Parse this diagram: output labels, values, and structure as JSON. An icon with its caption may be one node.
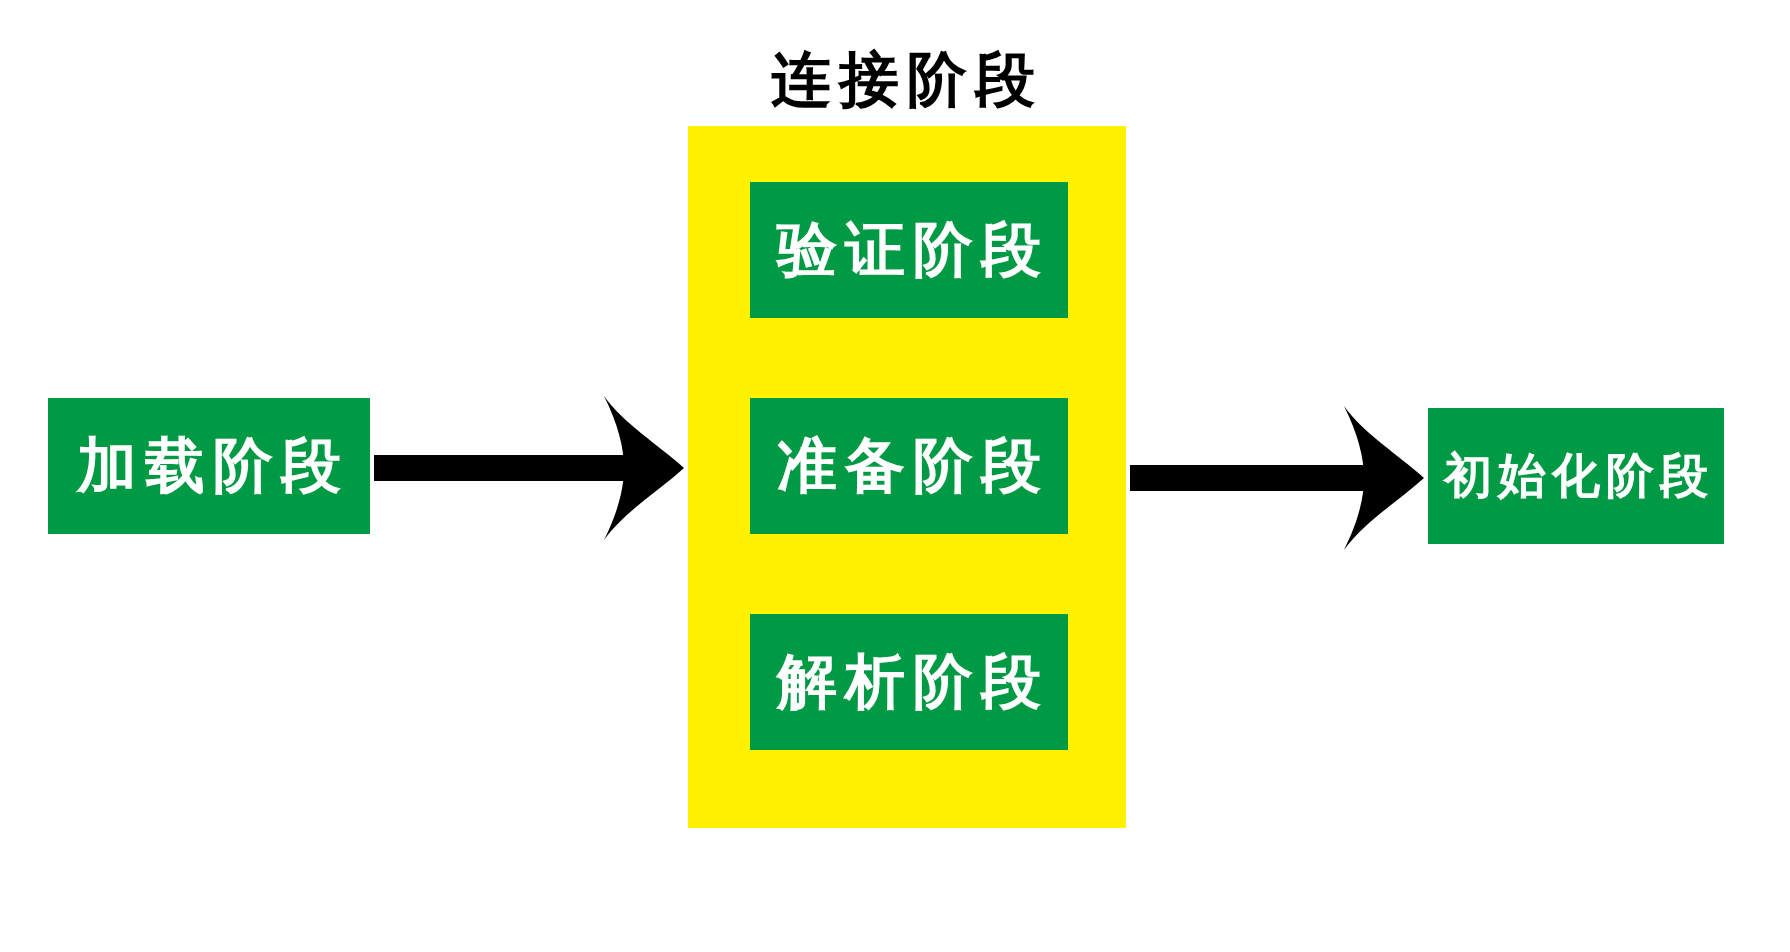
{
  "diagram": {
    "nodes": [
      {
        "text": [
          "加载阶段"
        ]
      },
      {
        "text": [
          "连接阶段"
        ]
      },
      {
        "text": [
          "验证阶段"
        ],
        "in": 1
      },
      {
        "text": [
          "准备阶段"
        ],
        "in": 1
      },
      {
        "text": [
          "解析阶段"
        ],
        "in": 1
      },
      {
        "text": [
          "初始化阶段"
        ]
      }
    ],
    "edges": [
      {
        "from": 0,
        "to": 1,
        "arrow": "to"
      },
      {
        "from": 1,
        "to": 5,
        "arrow": "to"
      }
    ]
  }
}
